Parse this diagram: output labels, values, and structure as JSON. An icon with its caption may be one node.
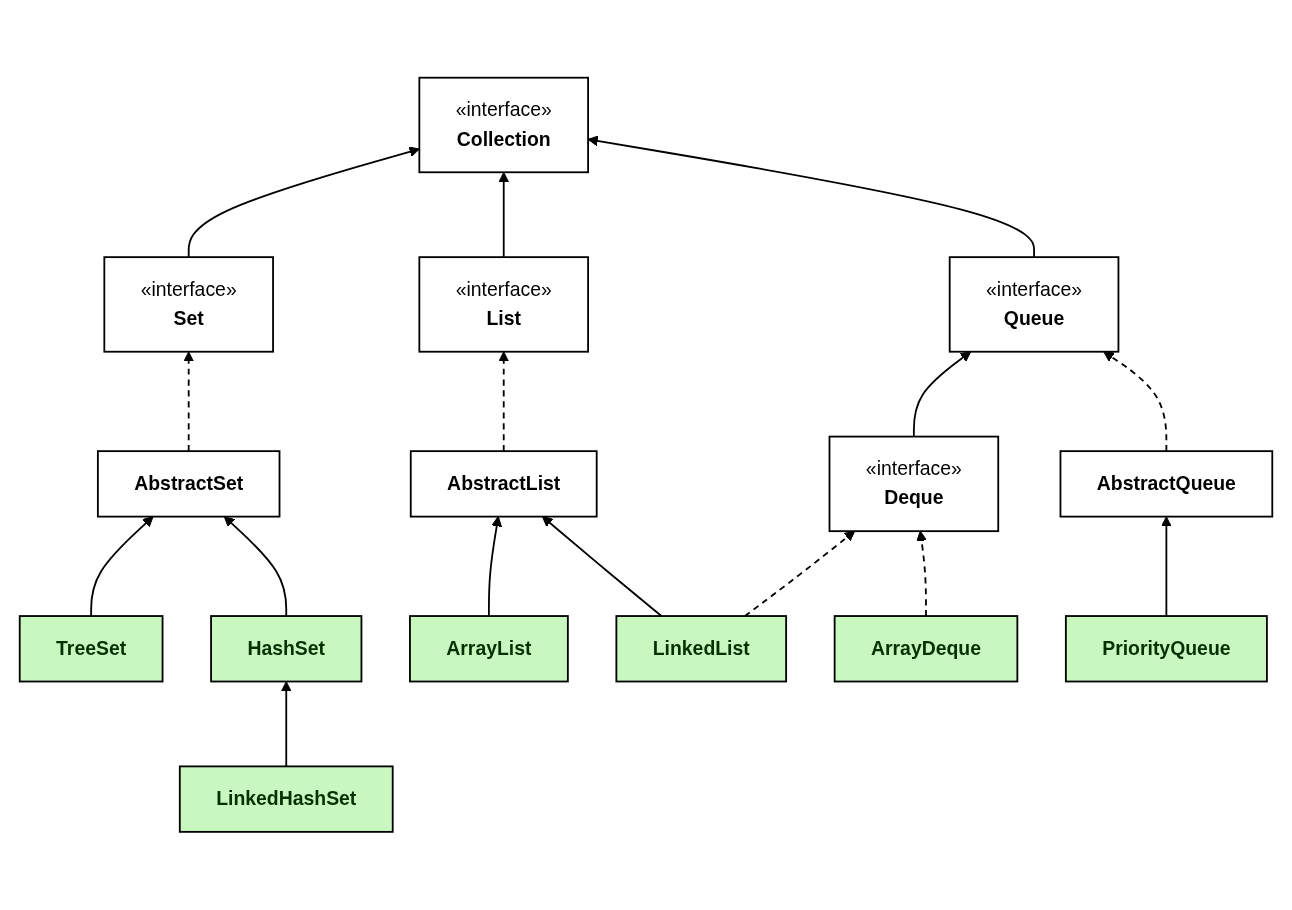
{
  "diagram": {
    "nodes": [
      {
        "text": [
          "«interface»",
          "Collection"
        ]
      },
      {
        "text": [
          "«interface»",
          "Set"
        ]
      },
      {
        "text": [
          "«interface»",
          "List"
        ]
      },
      {
        "text": [
          "«interface»",
          "Queue"
        ]
      },
      {
        "text": [
          "AbstractSet"
        ]
      },
      {
        "text": [
          "AbstractList"
        ]
      },
      {
        "text": [
          "«interface»",
          "Deque"
        ]
      },
      {
        "text": [
          "AbstractQueue"
        ]
      },
      {
        "text": [
          "TreeSet"
        ]
      },
      {
        "text": [
          "HashSet"
        ]
      },
      {
        "text": [
          "ArrayList"
        ]
      },
      {
        "text": [
          "LinkedList"
        ]
      },
      {
        "text": [
          "ArrayDeque"
        ]
      },
      {
        "text": [
          "PriorityQueue"
        ]
      },
      {
        "text": [
          "LinkedHashSet"
        ]
      }
    ],
    "edges": [
      {
        "from": 1,
        "to": 0,
        "arrow": "to"
      },
      {
        "from": 2,
        "to": 0,
        "arrow": "to"
      },
      {
        "from": 3,
        "to": 0,
        "arrow": "to"
      },
      {
        "from": 4,
        "to": 1,
        "arrow": "to",
        "style": "dashed"
      },
      {
        "from": 5,
        "to": 2,
        "arrow": "to",
        "style": "dashed"
      },
      {
        "from": 6,
        "to": 3,
        "arrow": "to"
      },
      {
        "from": 7,
        "to": 3,
        "arrow": "to",
        "style": "dashed"
      },
      {
        "from": 8,
        "to": 4,
        "arrow": "to"
      },
      {
        "from": 9,
        "to": 4,
        "arrow": "to"
      },
      {
        "from": 10,
        "to": 5,
        "arrow": "to"
      },
      {
        "from": 11,
        "to": 5,
        "arrow": "to"
      },
      {
        "from": 11,
        "to": 6,
        "arrow": "to",
        "style": "dashed"
      },
      {
        "from": 12,
        "to": 6,
        "arrow": "to",
        "style": "dashed"
      },
      {
        "from": 13,
        "to": 7,
        "arrow": "to"
      },
      {
        "from": 14,
        "to": 9,
        "arrow": "to"
      }
    ]
  }
}
